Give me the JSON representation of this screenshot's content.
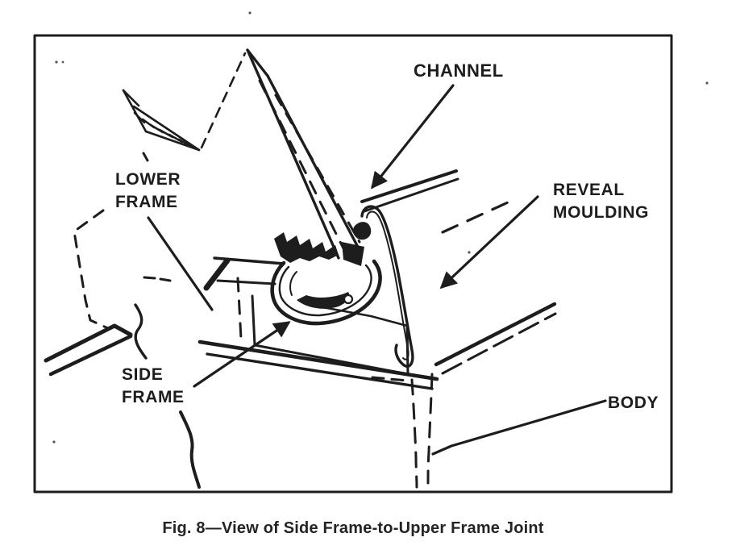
{
  "figure": {
    "caption": "Fig. 8—View of Side Frame-to-Upper Frame Joint",
    "labels": {
      "channel": "CHANNEL",
      "lower_frame_line1": "LOWER",
      "lower_frame_line2": "FRAME",
      "reveal_moulding_line1": "REVEAL",
      "reveal_moulding_line2": "MOULDING",
      "side_frame_line1": "SIDE",
      "side_frame_line2": "FRAME",
      "body": "BODY"
    },
    "parts_called_out": [
      "CHANNEL",
      "LOWER FRAME",
      "REVEAL MOULDING",
      "SIDE FRAME",
      "BODY"
    ],
    "colors": {
      "ink": "#1d1d1d",
      "paper": "#ffffff"
    }
  }
}
